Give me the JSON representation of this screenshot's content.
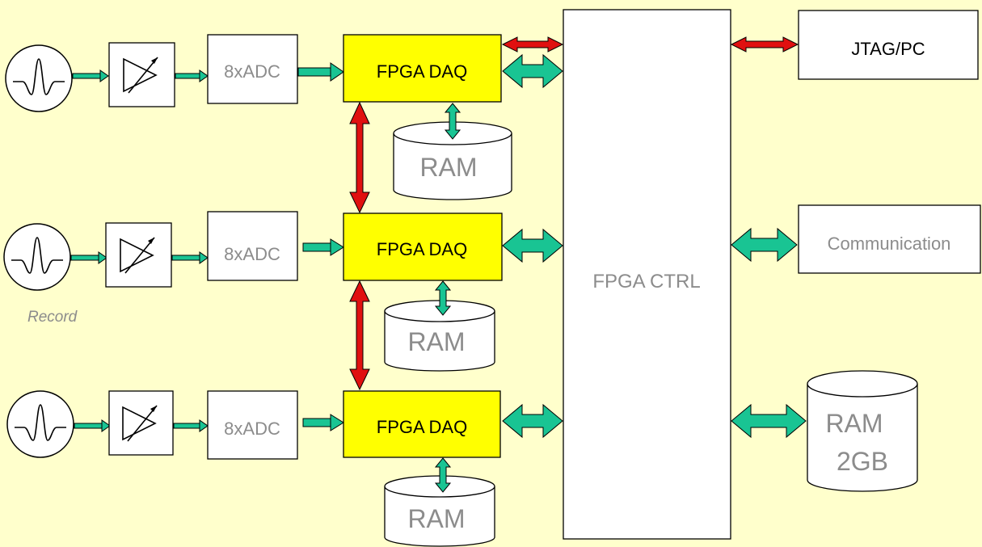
{
  "labels": {
    "adc": "8xADC",
    "fpga_daq": "FPGA DAQ",
    "ram": "RAM",
    "fpga_ctrl": "FPGA CTRL",
    "jtag_pc": "JTAG/PC",
    "communication": "Communication",
    "ram_big_line1": "RAM",
    "ram_big_line2": "2GB",
    "record": "Record"
  },
  "colors": {
    "background": "#ffffcc",
    "fpga_daq_fill": "#ffff00",
    "data_arrow": "#19c493",
    "control_arrow": "#e01010",
    "text_grey": "#8c8c8c"
  }
}
